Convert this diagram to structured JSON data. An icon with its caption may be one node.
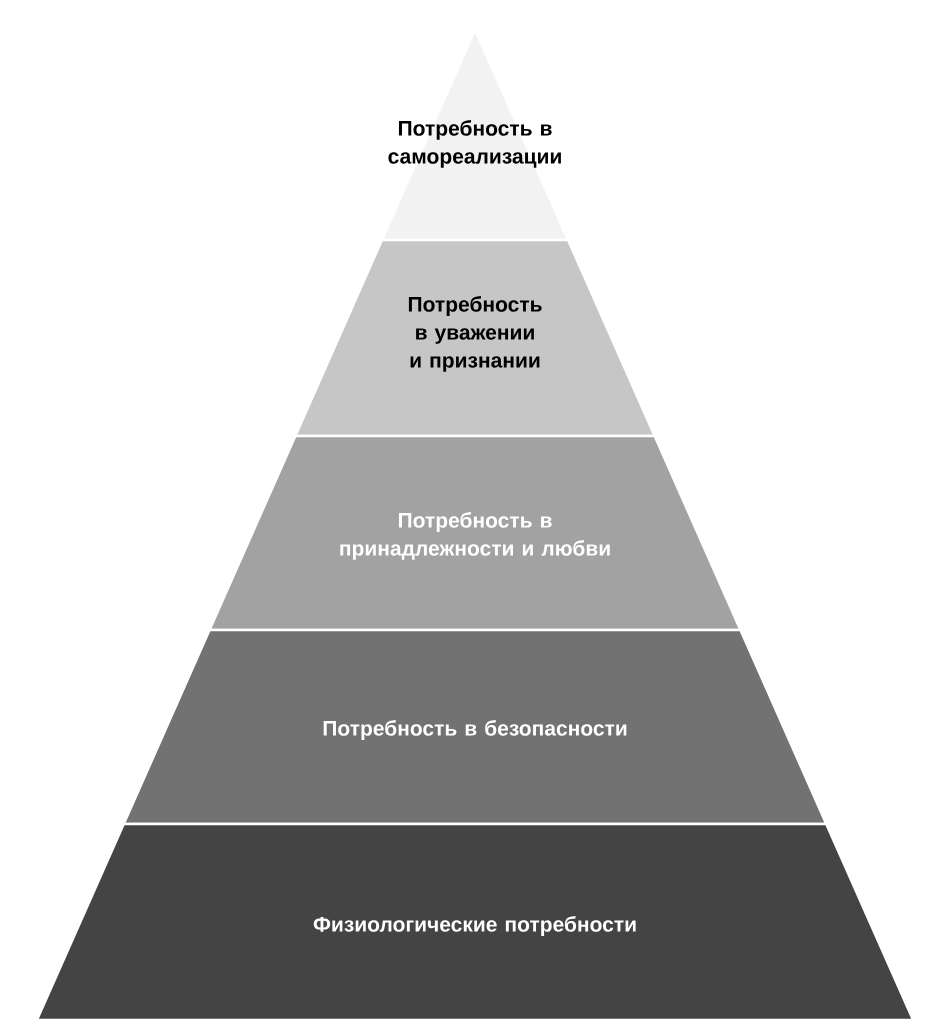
{
  "diagram": {
    "nodes": [
      {
        "text": [
          "Потребность в самореализации"
        ]
      },
      {
        "text": [
          "Потребность в уважении и признании"
        ]
      },
      {
        "text": [
          "Потребность в принадлежности и любви"
        ]
      },
      {
        "text": [
          "Потребность в безопасности"
        ]
      },
      {
        "text": [
          "Физиологические потребности"
        ]
      }
    ]
  }
}
